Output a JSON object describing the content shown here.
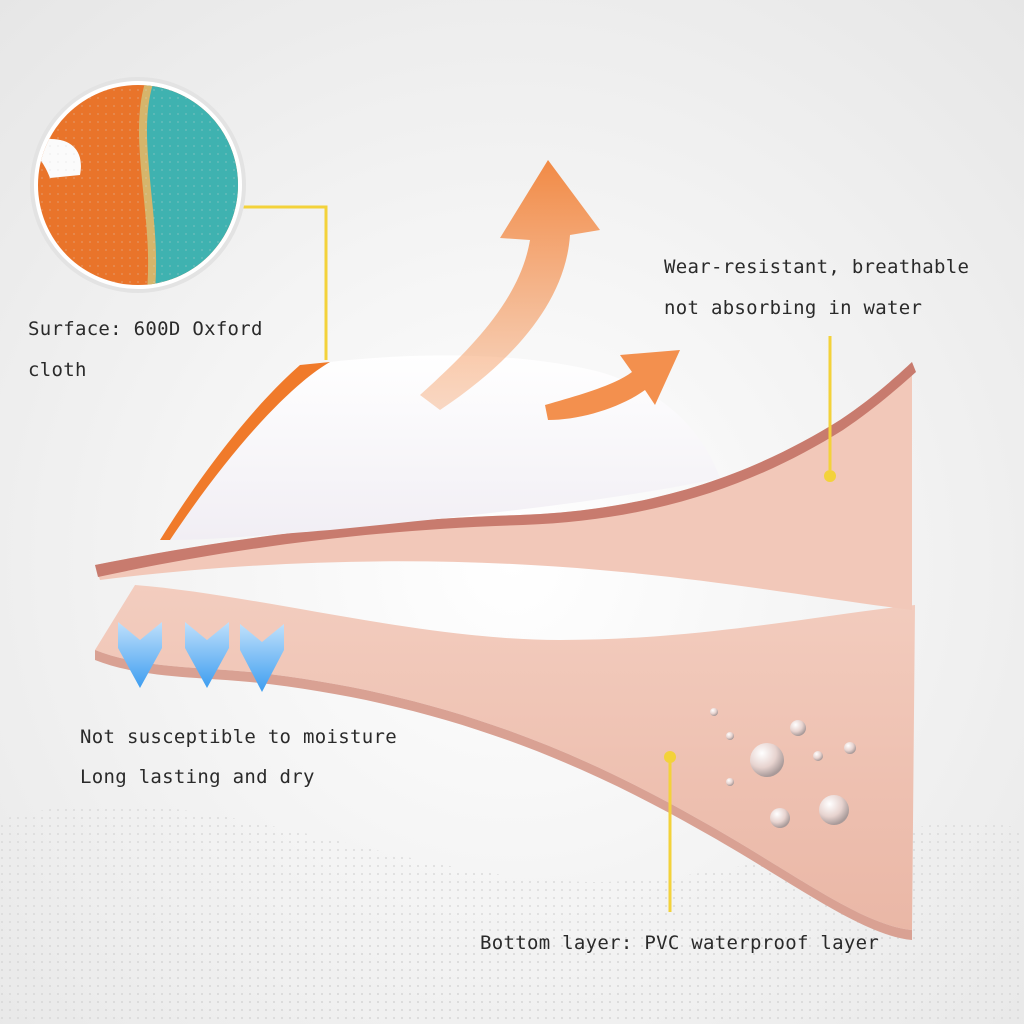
{
  "callouts": {
    "surface": {
      "line1": "Surface: 600D Oxford",
      "line2": "cloth"
    },
    "breathable": {
      "line1": "Wear-resistant, breathable",
      "line2": "not absorbing in water"
    },
    "moisture": {
      "line1": "Not susceptible to moisture",
      "line2": "Long lasting and dry"
    },
    "bottom": {
      "line1": "Bottom layer: PVC waterproof layer"
    }
  },
  "colors": {
    "background": "#efefef",
    "callout_line": "#f3d23a",
    "pink_layer": "#efc3b3",
    "layer_edge": "#c97f72",
    "oxford_orange": "#f07a2a",
    "oxford_teal": "#3fb2b0",
    "arrow_orange": "#f28a45",
    "arrow_blue": "#4aa6ee"
  },
  "icons": [
    "magnifier-circle-fabric",
    "steam-up-arrow-icon",
    "drip-down-arrow-icon",
    "water-droplets-icon"
  ]
}
